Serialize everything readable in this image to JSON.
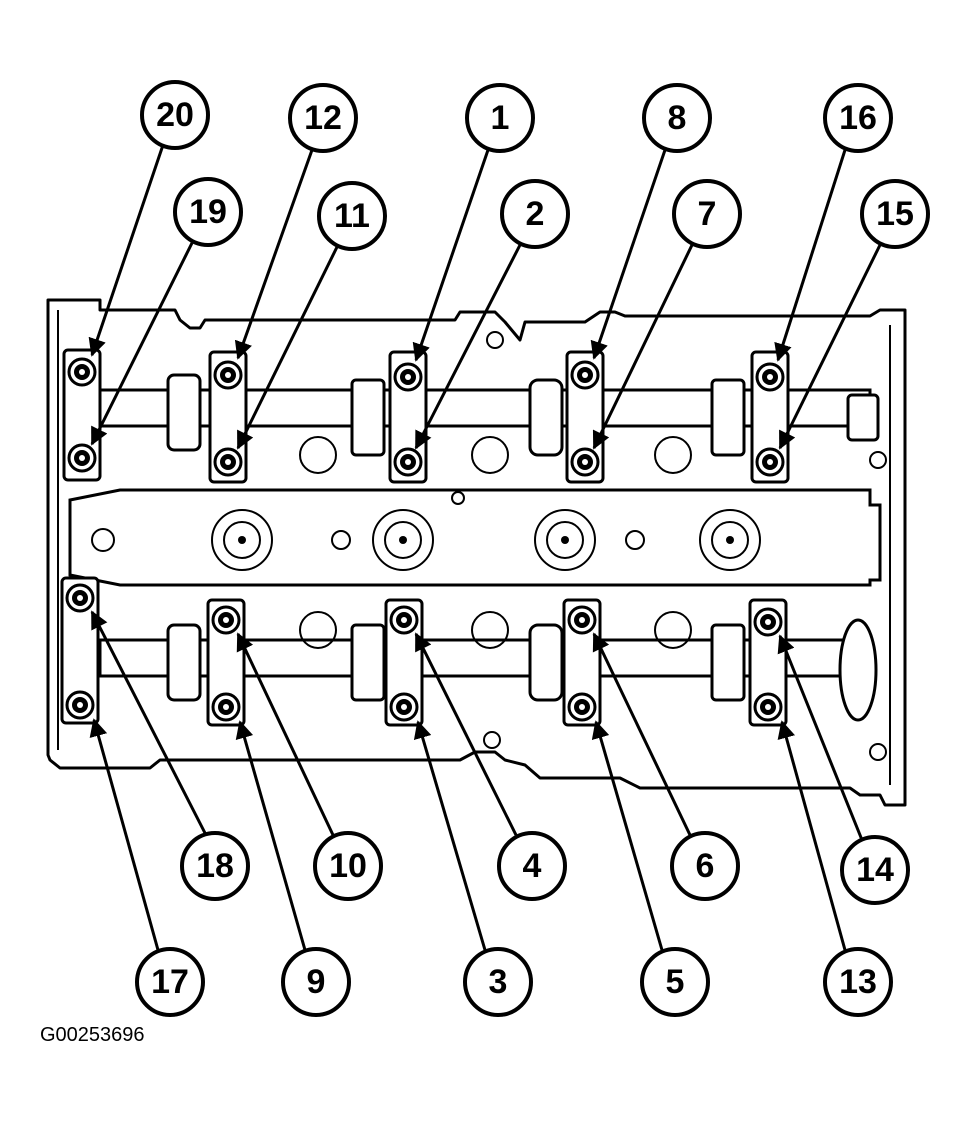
{
  "figure_id": "G00253696",
  "callouts": [
    {
      "label": "20",
      "target_bolt": "T1"
    },
    {
      "label": "12",
      "target_bolt": "T2"
    },
    {
      "label": "1",
      "target_bolt": "T3"
    },
    {
      "label": "8",
      "target_bolt": "T4"
    },
    {
      "label": "16",
      "target_bolt": "T5"
    },
    {
      "label": "19",
      "target_bolt": "U1"
    },
    {
      "label": "11",
      "target_bolt": "U2"
    },
    {
      "label": "2",
      "target_bolt": "U3"
    },
    {
      "label": "7",
      "target_bolt": "U4"
    },
    {
      "label": "15",
      "target_bolt": "U5"
    },
    {
      "label": "18",
      "target_bolt": "L1"
    },
    {
      "label": "10",
      "target_bolt": "L2"
    },
    {
      "label": "4",
      "target_bolt": "L3"
    },
    {
      "label": "6",
      "target_bolt": "L4"
    },
    {
      "label": "14",
      "target_bolt": "L5"
    },
    {
      "label": "17",
      "target_bolt": "B1"
    },
    {
      "label": "9",
      "target_bolt": "B2"
    },
    {
      "label": "3",
      "target_bolt": "B3"
    },
    {
      "label": "5",
      "target_bolt": "B4"
    },
    {
      "label": "13",
      "target_bolt": "B5"
    }
  ]
}
